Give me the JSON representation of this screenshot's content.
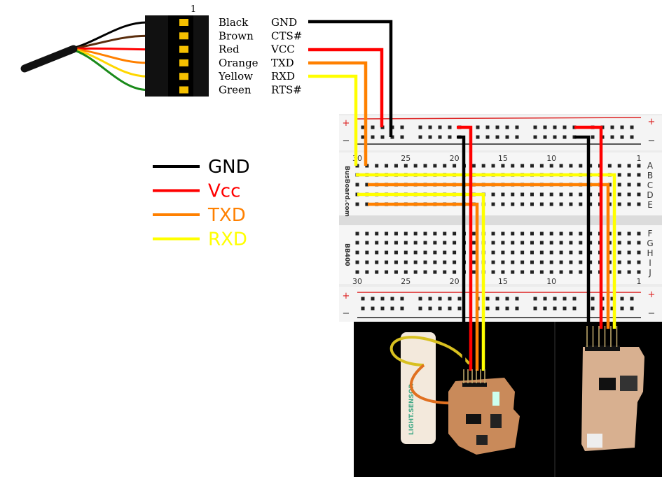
{
  "header": {
    "pin1_label": "1",
    "wire_colors": [
      "Black",
      "Brown",
      "Red",
      "Orange",
      "Yellow",
      "Green"
    ],
    "signals": [
      "GND",
      "CTS#",
      "VCC",
      "TXD",
      "RXD",
      "RTS#"
    ],
    "cable_colors": [
      "#000000",
      "#5a2d0c",
      "#ff0000",
      "#ff8000",
      "#ffd700",
      "#1a8a1a"
    ]
  },
  "legend": [
    {
      "label": "GND",
      "color": "#000000"
    },
    {
      "label": "Vcc",
      "color": "#ff0000"
    },
    {
      "label": "TXD",
      "color": "#ff8000"
    },
    {
      "label": "RXD",
      "color": "#ffff00"
    }
  ],
  "breadboard": {
    "brand": "BusBoard.com",
    "model": "BB400",
    "column_numbers": [
      "30",
      "25",
      "20",
      "15",
      "10",
      "1"
    ],
    "rows_top": [
      "A",
      "B",
      "C",
      "D",
      "E"
    ],
    "rows_bottom": [
      "F",
      "G",
      "H",
      "I",
      "J"
    ],
    "plus": "+",
    "minus": "−"
  },
  "boards": {
    "sensor_label": "LIGHT.SENSOR"
  }
}
